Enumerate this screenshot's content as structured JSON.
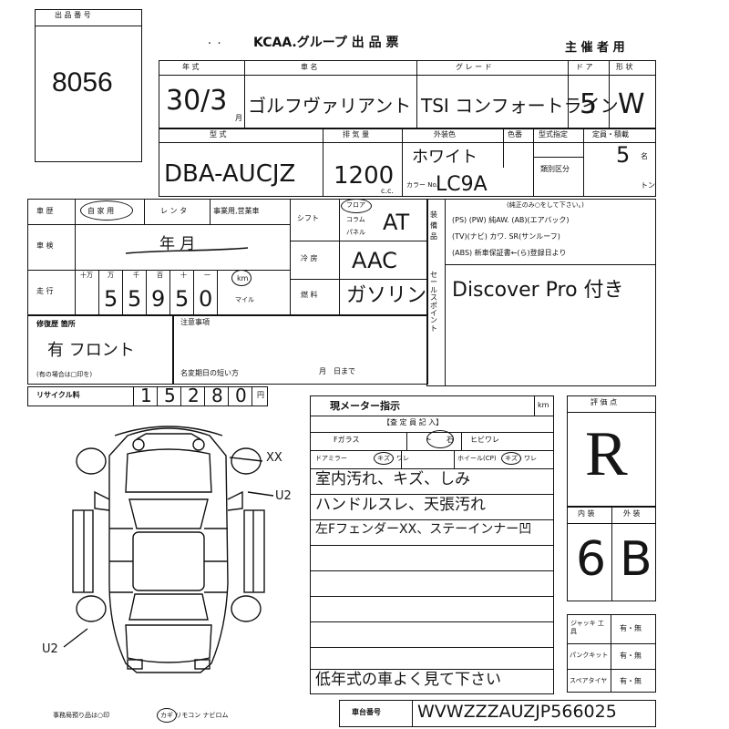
{
  "lot": {
    "label": "出 品 番 号",
    "number": "8056"
  },
  "header": {
    "title": "KCAA.グループ 出 品 票",
    "host_label": "主 催 者 用",
    "marks": "・ ・"
  },
  "labels": {
    "year": "年 式",
    "car_name": "車 名",
    "grade": "グ レ ー ド",
    "doors": "ド ア",
    "body": "形 状",
    "model": "型 式",
    "displacement": "排 気 量",
    "ext_color": "外装色",
    "color_no": "色番",
    "model_designation": "型式指定",
    "category": "類別区分",
    "capacity": "定員・積載",
    "persons_unit": "名",
    "tons_unit": "トン",
    "cc_unit": "c.c.",
    "color_no_label": "カラー No.",
    "history": "車 歴",
    "own_use": "自 家 用",
    "rental": "レ ン タ",
    "business": "事業用,営業車",
    "inspection": "車 検",
    "year_unit": "年",
    "month_unit": "月",
    "mileage": "走 行",
    "km": "km",
    "mile": "マイル",
    "digit_headers": [
      "十万",
      "万",
      "千",
      "百",
      "十",
      "一"
    ],
    "shift": "シフト",
    "shift_options": [
      "フロア",
      "コラム",
      "パネル"
    ],
    "ac": "冷 房",
    "fuel": "燃 料",
    "equipment": "装 備 品",
    "equip_note": "(純正のみ○をして下さい。)",
    "equip_row1": "(PS) (PW) 純AW. (AB)(エアバック)",
    "equip_row2": "(TV)(ナビ) カワ. SR(サンルーフ)",
    "equip_row3": "(ABS) 新車保証書←(ら)登録日より",
    "sales_point": "セ ー ル ス ポ イ ン ト",
    "repair": "修復歴 箇所",
    "repair_note": "(有の場合は□印を)",
    "notes": "注意事項",
    "deadline": "名変期日の短い方",
    "deadline_date": "月　日まで",
    "recycle": "リサイクル料",
    "yen": "円",
    "meter": "現メーター指示",
    "meter_unit": "km",
    "inspector": "【査 定 員 記 入】",
    "f_glass": "Fガラス",
    "to": "ト",
    "stone": "石",
    "hibi": "ヒビワレ",
    "door_mirror": "ドアミラー",
    "kizu_wore": "キズ・ワレ",
    "wheel": "ホイール(CP)",
    "kizu_wore2": "キズ・ワレ",
    "score": "評 価 点",
    "interior": "内 装",
    "exterior": "外 装",
    "jack": "ジャッキ 工 具",
    "puncture_kit": "パンクキット",
    "spare_tire": "スペアタイヤ",
    "yes_no": "有・無",
    "footer_note1": "事務局預り品は○印",
    "footer_note2": "カギ リモコン ナビロム",
    "chassis_label": "車台番号"
  },
  "values": {
    "year": "30/3",
    "year_month_unit": "月",
    "car_name": "ゴルフヴァリアント",
    "grade": "TSI コンフォートライン",
    "doors": "5",
    "body": "W",
    "model": "DBA-AUCJZ",
    "displacement": "1200",
    "ext_color": "ホワイト",
    "color_no": "LC9A",
    "capacity": "5",
    "inspection_value": "年 月",
    "mileage_digits": [
      "5",
      "5",
      "9",
      "5",
      "0"
    ],
    "shift": "AT",
    "ac": "AAC",
    "fuel": "ガソリン",
    "sales_point": "Discover Pro 付き",
    "repair": "有 フロント",
    "recycle_digits": [
      "1",
      "5",
      "2",
      "8",
      "0"
    ],
    "remarks": [
      "室内汚れ、キズ、しみ",
      "ハンドルスレ、天張汚れ",
      "左FフェンダーXX、ステーインナー凹"
    ],
    "footer_remark": "低年式の車よく見て下さい",
    "score": "R",
    "interior": "6",
    "exterior": "B",
    "chassis": "WVWZZZAUZJP566025",
    "diagram_marks": [
      "XX",
      "U2",
      "U2"
    ]
  }
}
